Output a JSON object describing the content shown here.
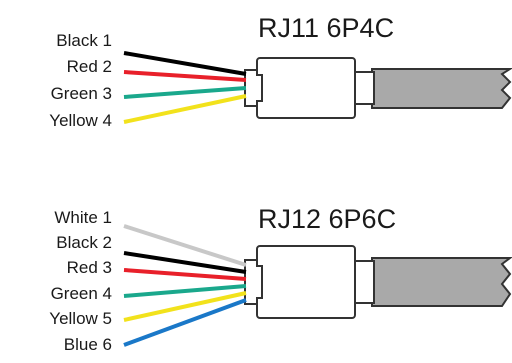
{
  "diagrams": [
    {
      "title": "RJ11 6P4C",
      "wires": [
        {
          "label": "Black 1",
          "color": "#000000"
        },
        {
          "label": "Red 2",
          "color": "#e8202a"
        },
        {
          "label": "Green 3",
          "color": "#1aa88c"
        },
        {
          "label": "Yellow 4",
          "color": "#f2e21c"
        }
      ]
    },
    {
      "title": "RJ12 6P6C",
      "wires": [
        {
          "label": "White 1",
          "color": "#c8c8c8"
        },
        {
          "label": "Black 2",
          "color": "#000000"
        },
        {
          "label": "Red 3",
          "color": "#e8202a"
        },
        {
          "label": "Green 4",
          "color": "#1aa88c"
        },
        {
          "label": "Yellow 5",
          "color": "#f2e21c"
        },
        {
          "label": "Blue 6",
          "color": "#1a78c8"
        }
      ]
    }
  ],
  "cable_color": "#a9a9a9",
  "outline_color": "#333333"
}
